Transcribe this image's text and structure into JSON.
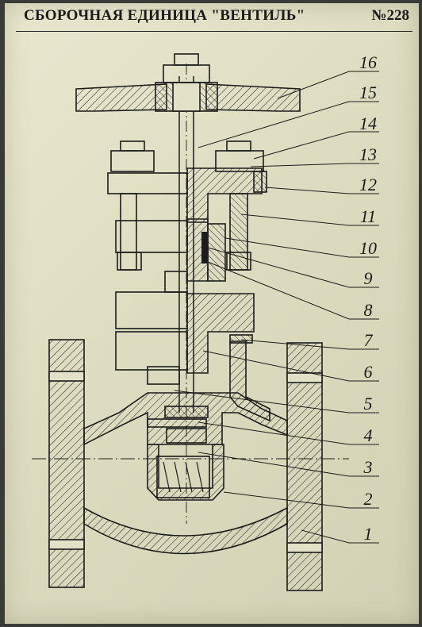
{
  "title": "СБОРОЧНАЯ ЕДИНИЦА \"ВЕНТИЛЬ\"",
  "sheet_number": "№228",
  "callouts": [
    "16",
    "15",
    "14",
    "13",
    "12",
    "11",
    "10",
    "9",
    "8",
    "7",
    "6",
    "5",
    "4",
    "3",
    "2",
    "1"
  ],
  "colors": {
    "paper": "#e2e0c6",
    "ink": "#1c1c1c",
    "hatch": "#2a2a2a"
  }
}
